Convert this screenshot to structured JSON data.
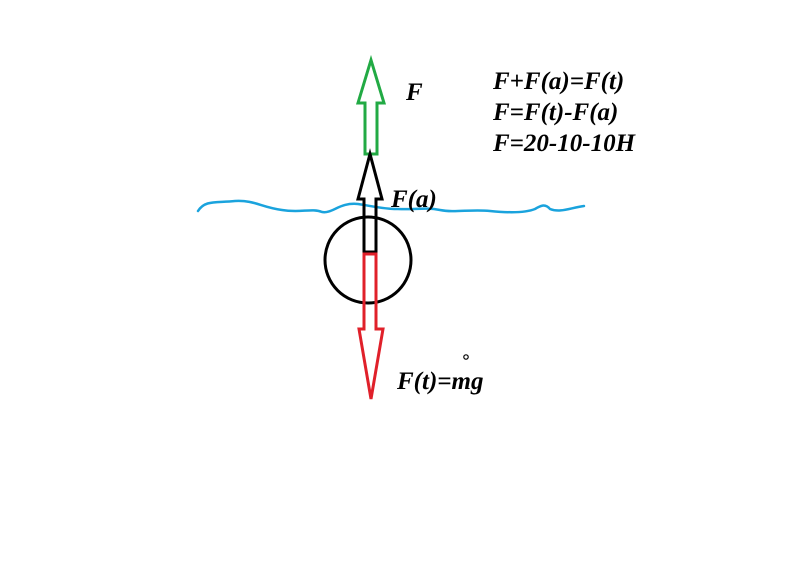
{
  "labels": {
    "lift_force": "F",
    "buoyant_force": "F(a)",
    "gravity_force": "F(t)=mg"
  },
  "formulas": [
    "F+F(a)=F(t)",
    "F=F(t)-F(a)",
    "F=20-10-10H"
  ],
  "colors": {
    "water": "#1aa3dd",
    "lift_arrow": "#22aa44",
    "buoyant_arrow": "#000000",
    "gravity_arrow": "#e0202a",
    "body": "#000000"
  }
}
